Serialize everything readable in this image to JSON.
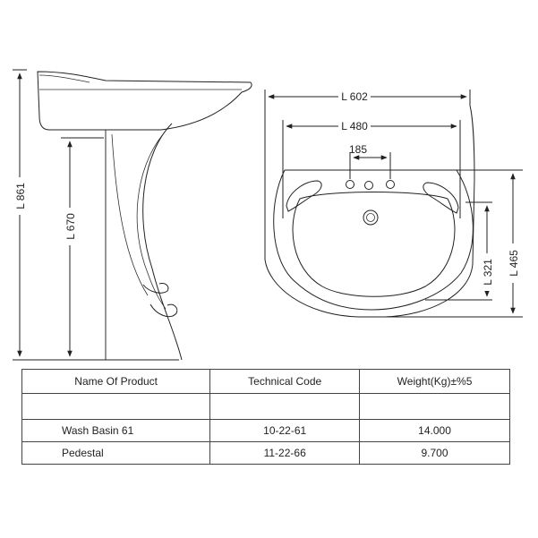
{
  "dimensions": {
    "overall_height": "L 861",
    "pedestal_height": "L 670",
    "outer_width": "L 602",
    "inner_width": "L 480",
    "tap_spacing": "185",
    "inner_depth": "L 321",
    "overall_depth": "L 465"
  },
  "table": {
    "headers": [
      "Name Of Product",
      "Technical Code",
      "Weight(Kg)±%5"
    ],
    "rows": [
      {
        "name": "Wash Basin 61",
        "code": "10-22-61",
        "weight": "14.000"
      },
      {
        "name": "Pedestal",
        "code": "11-22-66",
        "weight": "9.700"
      }
    ]
  }
}
